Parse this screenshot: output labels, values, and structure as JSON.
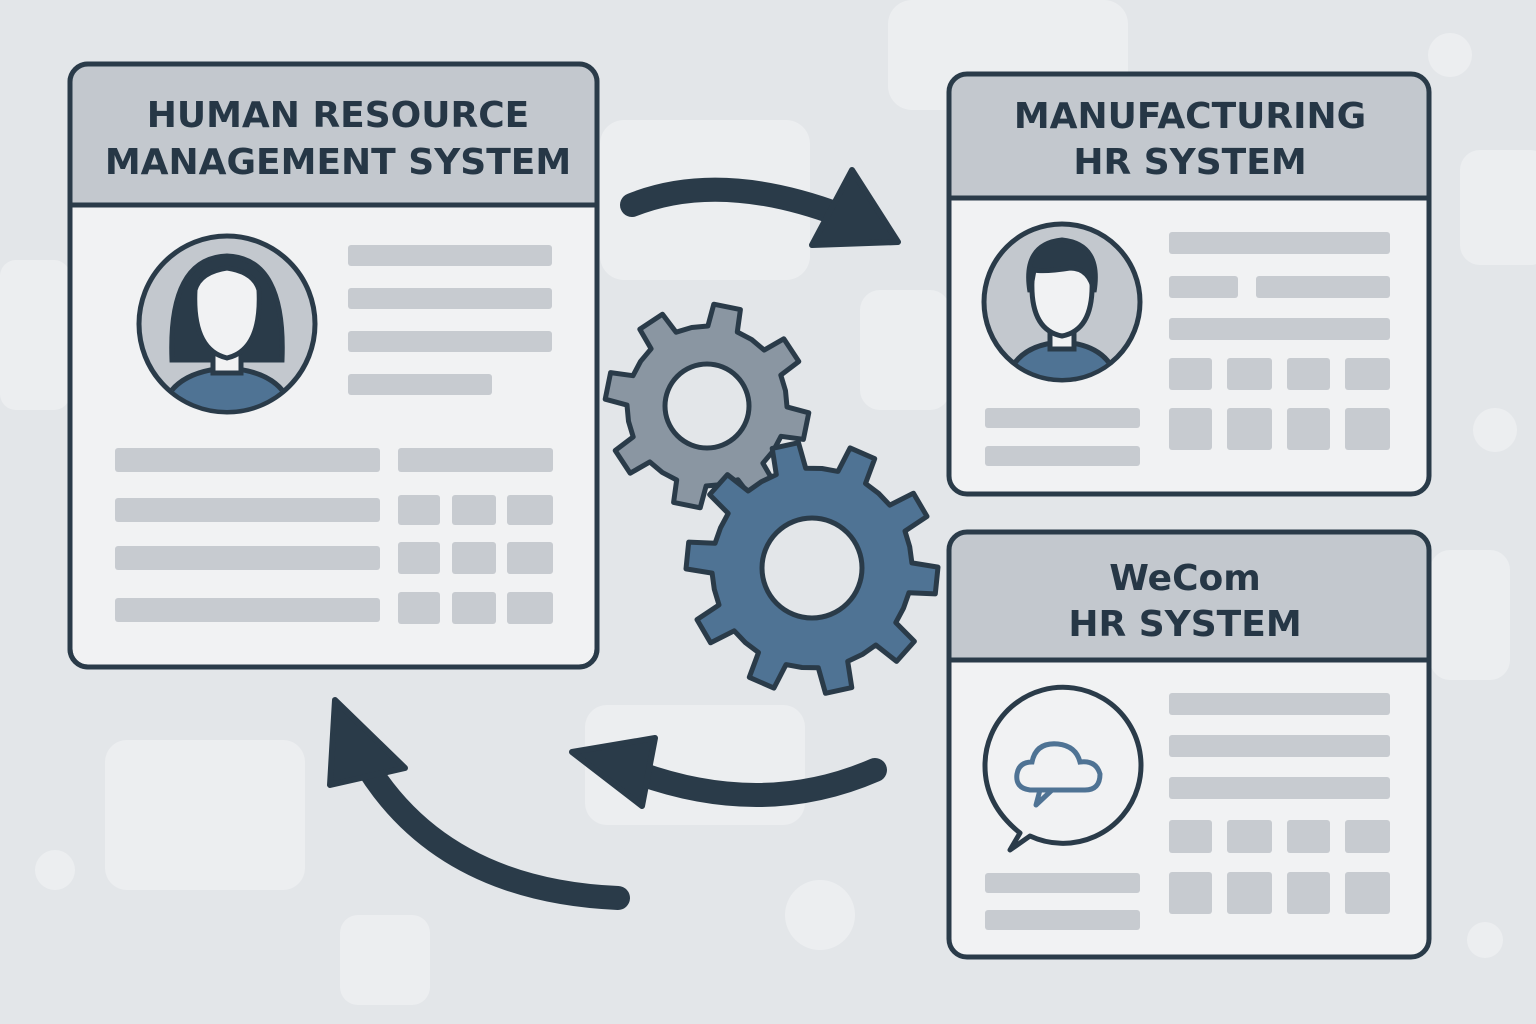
{
  "cards": {
    "main": {
      "title_line1": "HUMAN RESOURCE",
      "title_line2": "MANAGEMENT SYSTEM",
      "icon": "female-user-avatar-icon"
    },
    "manufacturing": {
      "title_line1": "MANUFACTURING",
      "title_line2": "HR SYSTEM",
      "icon": "male-user-avatar-icon"
    },
    "wecom": {
      "title_line1": "WeCom",
      "title_line2": "HR SYSTEM",
      "icon": "chat-cloud-icon"
    }
  },
  "colors": {
    "outline": "#2a3b49",
    "header": "#c3c8ce",
    "card": "#f1f2f3",
    "placeholder": "#c7cbd0",
    "accent": "#4f7394",
    "gear_gray": "#8a96a2",
    "background": "#e3e6e9"
  }
}
